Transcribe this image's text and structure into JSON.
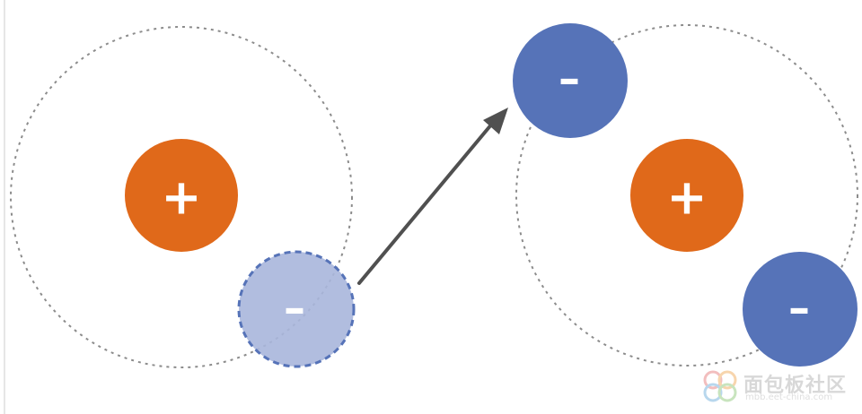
{
  "diagram": {
    "atom_left": {
      "nucleus_sign": "+",
      "electron_sign": "–",
      "electron_state": "departing"
    },
    "atom_right": {
      "nucleus_sign": "+",
      "electron_top_sign": "–",
      "electron_bottom_sign": "–"
    },
    "colors": {
      "nucleus": "#E0691A",
      "electron": "#5673B8",
      "electron_departing": "#A8B6DC",
      "orbit": "#8C8C8C",
      "arrow": "#505050"
    }
  },
  "watermark": {
    "text": "面包板社区",
    "url": "mbb.eet-china.com"
  }
}
